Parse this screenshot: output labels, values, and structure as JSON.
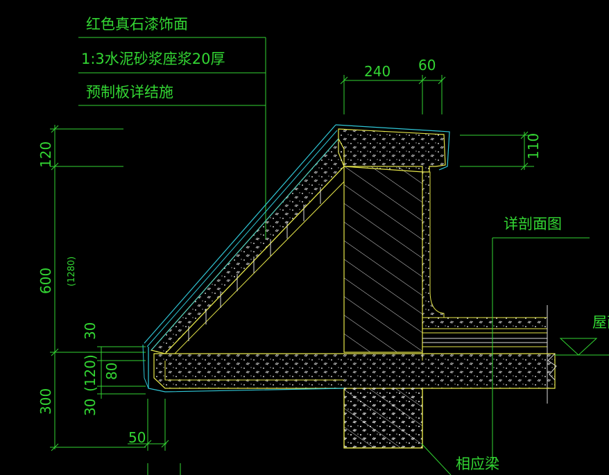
{
  "drawing": {
    "callouts": [
      "红色真石漆饰面",
      "1:3水泥砂浆座浆20厚",
      "预制板详结施"
    ],
    "top_dims": [
      "240",
      "60"
    ],
    "right_dim": "110",
    "left_dims": [
      "120",
      "600",
      "(1280)",
      "30",
      "30",
      "(120)",
      "80",
      "300"
    ],
    "bottom_dim": "50",
    "detail_label": "详剖面图",
    "roof_label": "屋面",
    "beam_label": "相应梁"
  },
  "colors": {
    "background": "#000000",
    "dimension": "#33d633",
    "concrete_outline": "#e8e84a",
    "finish_layer": "#30c8d8",
    "hatch": "#dddddd"
  }
}
